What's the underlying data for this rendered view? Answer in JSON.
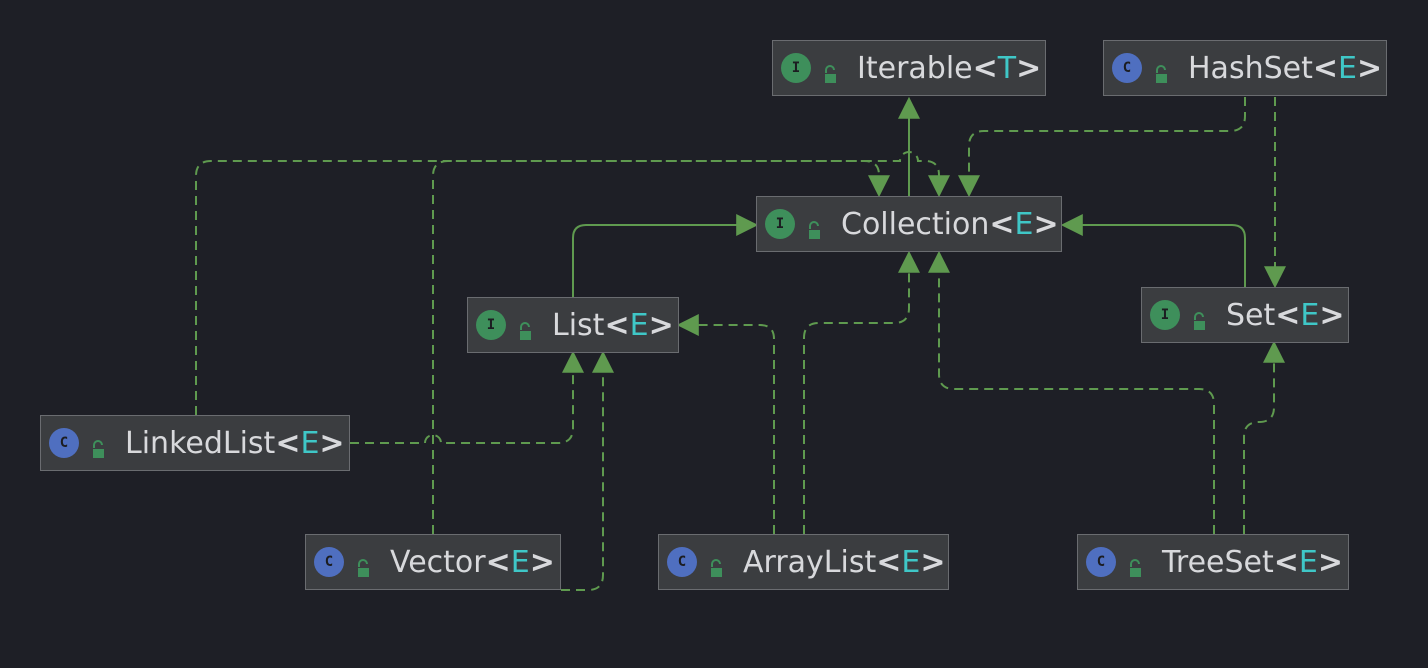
{
  "nodes": {
    "iterable": {
      "kind": "interface",
      "kind_letter": "I",
      "name": "Iterable",
      "type_param": "T"
    },
    "hashset": {
      "kind": "class",
      "kind_letter": "C",
      "name": "HashSet",
      "type_param": "E"
    },
    "collection": {
      "kind": "interface",
      "kind_letter": "I",
      "name": "Collection",
      "type_param": "E"
    },
    "list": {
      "kind": "interface",
      "kind_letter": "I",
      "name": "List",
      "type_param": "E"
    },
    "set": {
      "kind": "interface",
      "kind_letter": "I",
      "name": "Set",
      "type_param": "E"
    },
    "linkedlist": {
      "kind": "class",
      "kind_letter": "C",
      "name": "LinkedList",
      "type_param": "E"
    },
    "vector": {
      "kind": "class",
      "kind_letter": "C",
      "name": "Vector",
      "type_param": "E"
    },
    "arraylist": {
      "kind": "class",
      "kind_letter": "C",
      "name": "ArrayList",
      "type_param": "E"
    },
    "treeset": {
      "kind": "class",
      "kind_letter": "C",
      "name": "TreeSet",
      "type_param": "E"
    }
  },
  "relations": [
    {
      "from": "collection",
      "to": "iterable",
      "type": "extends"
    },
    {
      "from": "list",
      "to": "collection",
      "type": "extends"
    },
    {
      "from": "set",
      "to": "collection",
      "type": "extends"
    },
    {
      "from": "hashset",
      "to": "collection",
      "type": "implements"
    },
    {
      "from": "hashset",
      "to": "set",
      "type": "implements"
    },
    {
      "from": "linkedlist",
      "to": "collection",
      "type": "implements"
    },
    {
      "from": "linkedlist",
      "to": "list",
      "type": "implements"
    },
    {
      "from": "vector",
      "to": "collection",
      "type": "implements"
    },
    {
      "from": "vector",
      "to": "list",
      "type": "implements"
    },
    {
      "from": "arraylist",
      "to": "list",
      "type": "implements"
    },
    {
      "from": "arraylist",
      "to": "collection",
      "type": "implements"
    },
    {
      "from": "treeset",
      "to": "collection",
      "type": "implements"
    },
    {
      "from": "treeset",
      "to": "set",
      "type": "implements"
    }
  ],
  "colors": {
    "background": "#1e1f26",
    "edge": "#5f9a4f",
    "interface_badge": "#3e8f5b",
    "class_badge": "#4f6fc0",
    "type_param": "#3fc7c7"
  }
}
